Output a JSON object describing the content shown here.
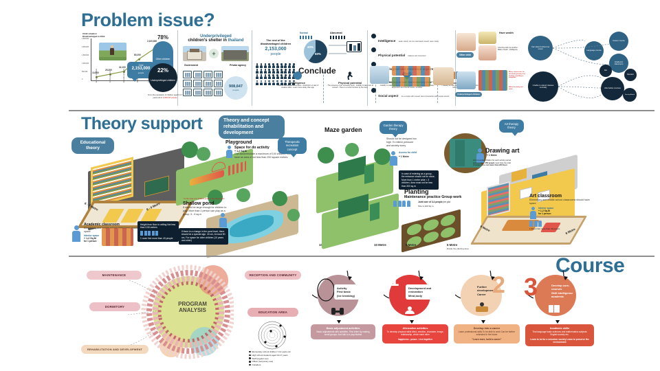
{
  "poster": {
    "background": "#ffffff",
    "accent_blue": "#2f6f94",
    "accent_dark": "#13283a"
  },
  "section1": {
    "title": "Problem issue?",
    "chart": {
      "caption_line1": "Child situation",
      "caption_line2": "Disadvantaged in 2019",
      "axis_unit": "people",
      "y_ticks": [
        "2,500,000",
        "2,000,000",
        "1,500,000",
        "1,000,000",
        "500,000",
        "0"
      ],
      "x_ticks": [
        "Economic problems",
        "Family problems",
        "Education problems",
        "Health problems",
        "Social problems",
        "Other problems"
      ],
      "point_labels": [
        "10,500",
        "25,300",
        "32,100",
        "80,200",
        "2,100,600"
      ],
      "callout_label": "Total",
      "callout_value": "2,153,000",
      "callout_unit": "people"
    },
    "donut": {
      "top_pct": "78%",
      "top_label": "Other children",
      "bottom_pct": "22%",
      "bottom_label": "Underprivileged children",
      "footnote_line1": "From the population",
      "footnote_line2": "of children aged 0-17 years old in",
      "footnote_line3": "Thailand, a total of",
      "footnote_value": "9,099,647 people"
    },
    "shelter": {
      "heading_line1": "Underprivileged",
      "heading_line2_a": "children's shelter in ",
      "heading_line2_b": "thailand",
      "left_label": "Government",
      "plus": "+",
      "right_label": "Private agency",
      "count_value": "908,647",
      "count_unit": "people"
    },
    "rest": {
      "heading_line1": "The rest of the",
      "heading_line2": "disadvantaged children",
      "value": "2,153,000",
      "unit": "people"
    },
    "pie": {
      "normal_label": "Normal",
      "abnormal_label": "Abnormal",
      "slice_dark_pct": "60%",
      "slice_light_pct": "40%"
    },
    "conclude": {
      "title": "Conclude",
      "items": [
        {
          "name": "Intelligence",
          "icon": "brain-icon",
          "detail": "- Lack of conceptual dimensions - Restriction or lack of creative skills - Learn more slowly than age"
        },
        {
          "name": "Physical potential",
          "icon": "running-icon",
          "detail": "- The presence of an unhealthy body - Inability to take care of oneself - There is a motor function by the body"
        },
        {
          "name": "Psychological and emotional aspects",
          "icon": "heart-icon",
          "detail": "- Inability to make decisions for themselves - Turning an emotional state - Depression and mental needs, sensitive"
        },
        {
          "name": "Social aspect",
          "icon": "group-icon",
          "detail": "- Inability to cope with oneself, lack of interaction with people around"
        }
      ]
    },
    "effects": {
      "list": [
        {
          "name": "Intelligence",
          "note": "weak, slowly, do not understand oneself, learn slowly"
        },
        {
          "name": "Physical potential",
          "note": "balance and movement"
        },
        {
          "name": "Psychological and emotional aspects",
          "note": "lack of support from peers, lack of self-esteem, depression, does not recognize the value of life"
        },
        {
          "name": "Social aspect",
          "note": "be a couple with oneself, lack of interaction with people around"
        }
      ],
      "have_wealth": "Have wealth",
      "other_child": "Other child",
      "underprivileged_child": "Underprivileged children",
      "grow_fine": "Grow fine with one another - Make of heart - Intelligence",
      "hub1": "Can attend school as usual",
      "hub1_children": [
        "Career course",
        "Language course",
        "Academic classroom"
      ],
      "hub2": "Unable to attend classes normally",
      "hub2_children": [
        "Alternative courses",
        "Diet",
        "Restraint",
        "Society Attend"
      ]
    }
  },
  "section2": {
    "title": "Theory support",
    "badge_left": "Educational theory",
    "badge_center": "Theory and concept rehabilitation and development",
    "blocks": {
      "academic": {
        "name": "Academic classroom",
        "desc": "Elementary and middle school classrooms should have space",
        "space_label": "Interior space",
        "space_value": "+ 1-2 Sq.M",
        "space_unit": "for 1 person",
        "dim_a": "6 - 7 Metre",
        "dim_b": "8 - 9 Metre",
        "note_dark": "Height from floor to ceiling Not less than 3.50 meters",
        "note_dark2": "1 room Not more than 40 people"
      },
      "playground": {
        "name": "Playground",
        "sub": "Space for do activity",
        "bubble": "Therapeutic recreation concept",
        "value": "+ 1-2 Sq.M",
        "desc": "Can accommodate a maximum of 100 children, must have an area of not less than 200 square meters."
      },
      "shallow_pond": {
        "name": "Shallow pond",
        "red_note": "* In the case of a shallow pond in the playground",
        "desc": "It should be large enough for children to play. More than 1 person can play as a group. 5 - 6 sq.m",
        "dark_note": "If there is a change in the pond level, there should be a special sign. 40 cm, At most 50 cm, For space for older children (10 years and older)"
      },
      "maze": {
        "name": "Maze garden",
        "bubble": "Garden therapy theory",
        "desc": "Should not be designed too high. To relieve pressure and anxiety worry",
        "access_label": "Access for child",
        "access_value": "+ 1 Metre",
        "dark_note": "In case of entering as a group, the entrance should not be close, More than 1 metre wide = 3 children. Area must not be less than 300 sq.m",
        "dim": "10 Metre"
      },
      "planting": {
        "name": "Planting",
        "sub": "Maintenance practice Group work",
        "value": "Joint care of 3-4 people",
        "value_unit": "per plot",
        "size": "Size is 100 Sq.m",
        "dim_a": "5 Metre",
        "dim_b": "6 Metre",
        "dim_note": "Divide the planting area",
        "dim_c": "10 Metre"
      },
      "drawing": {
        "name": "Drawing art",
        "value": "+ 1 Metre",
        "bubble": "Art therapy theory",
        "desc_a": "Accommodate children for each activity period approximately",
        "desc_b": "150 people",
        "desc_c": "must have the total circulation area",
        "desc_d": "not lower than 200 Sq.m"
      },
      "art_classroom": {
        "name": "Art classroom",
        "desc": "Elementary and middle school classrooms should have space",
        "space_label": "Interior space",
        "space_value": "+ 1-2 Sq.M",
        "space_unit": "for 1 person",
        "note": "1 Room Not more than 40 people",
        "dim_a": "8 Metre",
        "dim_b": "8 Metre"
      }
    }
  },
  "section3": {
    "title": "Course",
    "program": {
      "center_line1": "PROGRAM",
      "center_line2": "ANALYSIS",
      "tags": [
        "MAINTENANCE",
        "DORMITORY",
        "REHABILITATION AND DEVELOPMENT",
        "RECEPTION AND COMMUNITY",
        "EDUCATION AREA"
      ],
      "legend": [
        "Elementary school children 7-12 years old",
        "High school students aged 13-17 years",
        "Staff (regular use)",
        "Officer (temporary use)",
        "Outsiders"
      ]
    },
    "courses": [
      {
        "number": "",
        "bubble": "Activity\nFirst basic\n(Ice breaking)",
        "card_title": "Basic adjustment activities",
        "card_body": "Basic adjustments with activities. First enter by making small groups. And talk to a psychiatrist",
        "color": "#b89297",
        "card_color": "#c49aa0",
        "icon": "handshake-icon"
      },
      {
        "number": "1",
        "bubble": "Development and restoration Mind,body",
        "card_title": "Alternative activities",
        "card_body": "To develop physical skills Mind, emotion, character, image, relationship, which each other",
        "card_foot": "happiness - peace - Live together",
        "color": "#e03a3a",
        "card_color": "#e8453f",
        "icon": "meditation-icon"
      },
      {
        "number": "2",
        "bubble": "Further development Career",
        "card_title": "Develop into a career",
        "card_body": "Learn professional skills To be able to work Can be further extended in the future",
        "card_foot": "\"Learn more, build a career\"",
        "color": "#e8a97a",
        "card_color": "#f0b183",
        "icon": "career-icon"
      },
      {
        "number": "3",
        "bubble": "Develop core-courses Skill intelligence academic",
        "card_title": "Academic skills",
        "card_body": "Thai language basic sciences and mathematics subjects English society etc.",
        "card_foot": "Learn to be for a volunteer society Learn to preserve the environment",
        "color": "#d96b4a",
        "card_color": "#d9563c",
        "icon": "book-icon"
      }
    ]
  }
}
